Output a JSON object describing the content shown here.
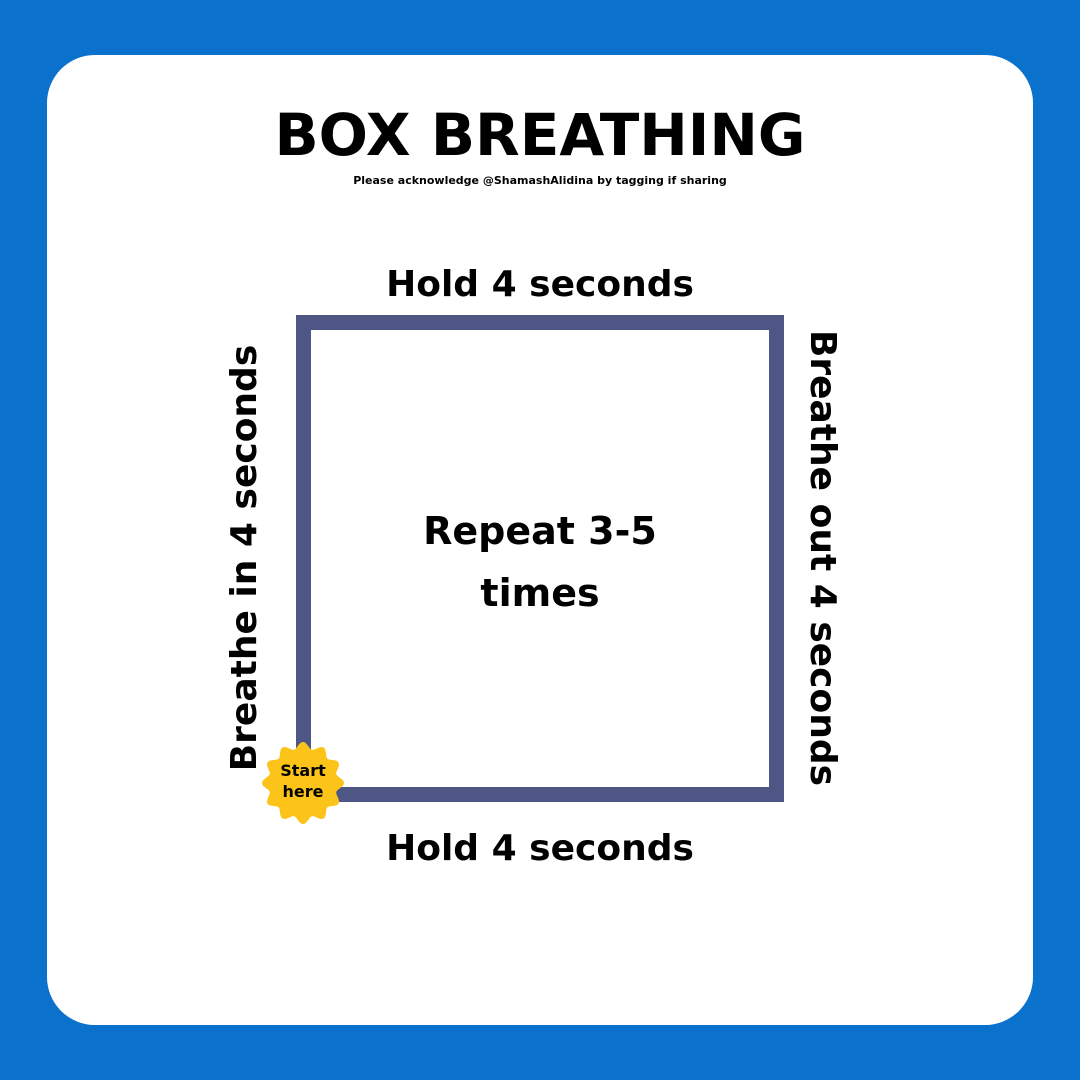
{
  "title": "BOX BREATHING",
  "subtitle": "Please acknowledge @ShamashAlidina by tagging if sharing",
  "diagram": {
    "top_label": "Hold 4 seconds",
    "right_label": "Breathe out  4 seconds",
    "bottom_label": "Hold 4 seconds",
    "left_label": "Breathe in 4 seconds",
    "center_text": "Repeat 3-5 times",
    "start_badge": "Start here"
  },
  "colors": {
    "background": "#0a72cd",
    "card": "#ffffff",
    "box_border": "#4d5685",
    "badge": "#fcc419",
    "text": "#000000"
  }
}
